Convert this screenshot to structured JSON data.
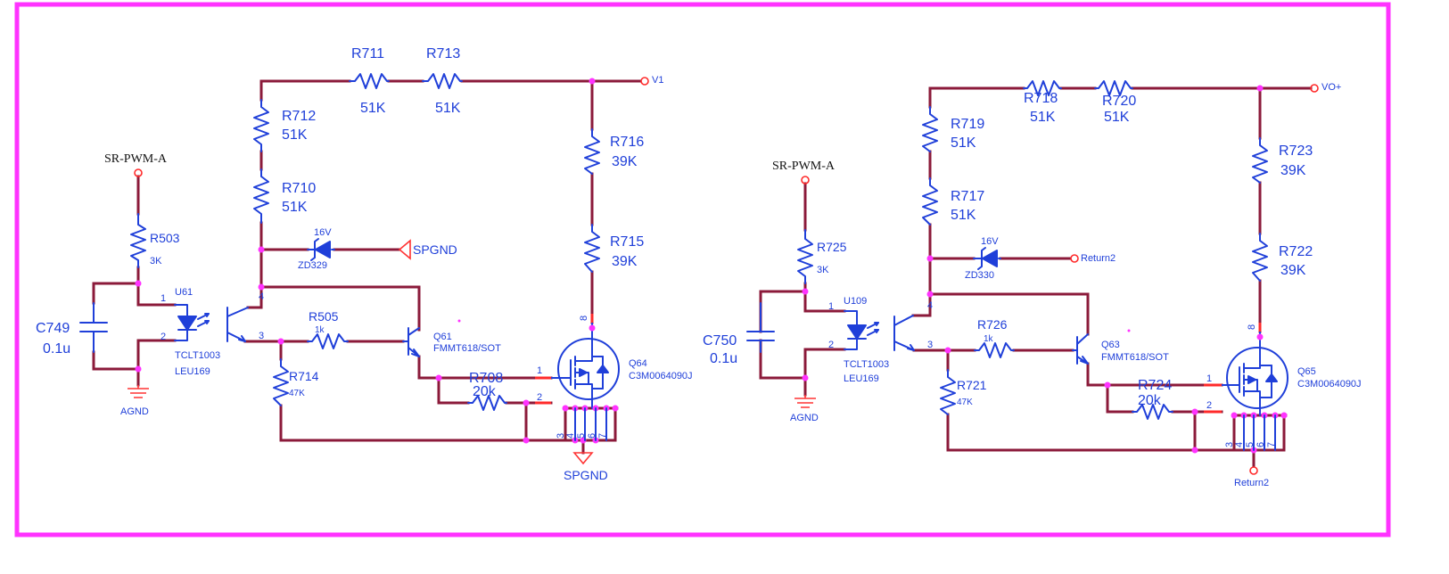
{
  "left": {
    "sr_label": "SR-PWM-A",
    "r503": {
      "ref": "R503",
      "val": "3K"
    },
    "c749": {
      "ref": "C749",
      "val": "0.1u"
    },
    "agnd": "AGND",
    "u61": {
      "ref": "U61",
      "part": "TCLT1003",
      "part2": "LEU169",
      "pin1": "1",
      "pin2": "2",
      "pin3": "3",
      "pin4": "4"
    },
    "r712": {
      "ref": "R712",
      "val": "51K"
    },
    "r710": {
      "ref": "R710",
      "val": "51K"
    },
    "r711": {
      "ref": "R711",
      "val": "51K"
    },
    "r713": {
      "ref": "R713",
      "val": "51K"
    },
    "v1": "V1",
    "r716": {
      "ref": "R716",
      "val": "39K"
    },
    "r715": {
      "ref": "R715",
      "val": "39K"
    },
    "zd329": {
      "ref": "ZD329",
      "val": "16V"
    },
    "spgnd1": "SPGND",
    "r505": {
      "ref": "R505",
      "val": "1k"
    },
    "q61": {
      "ref": "Q61",
      "part": "FMMT618/SOT"
    },
    "r714": {
      "ref": "R714",
      "val": "47K"
    },
    "r708": {
      "ref": "R708",
      "val": "20k"
    },
    "q64": {
      "ref": "Q64",
      "part": "C3M0064090J",
      "pin1": "1",
      "pin2": "2",
      "pin8": "8",
      "pin3": "3",
      "pin4": "4",
      "pin5": "5",
      "pin6": "6",
      "pin7": "7"
    },
    "spgnd2": "SPGND"
  },
  "right": {
    "sr_label": "SR-PWM-A",
    "r725": {
      "ref": "R725",
      "val": "3K"
    },
    "c750": {
      "ref": "C750",
      "val": "0.1u"
    },
    "agnd": "AGND",
    "u109": {
      "ref": "U109",
      "part": "TCLT1003",
      "part2": "LEU169",
      "pin1": "1",
      "pin2": "2",
      "pin3": "3",
      "pin4": "4"
    },
    "r719": {
      "ref": "R719",
      "val": "51K"
    },
    "r717": {
      "ref": "R717",
      "val": "51K"
    },
    "r718": {
      "ref": "R718",
      "val": "51K"
    },
    "r720": {
      "ref": "R720",
      "val": "51K"
    },
    "vo": "VO+",
    "r723": {
      "ref": "R723",
      "val": "39K"
    },
    "r722": {
      "ref": "R722",
      "val": "39K"
    },
    "zd330": {
      "ref": "ZD330",
      "val": "16V"
    },
    "return2a": "Return2",
    "r726": {
      "ref": "R726",
      "val": "1k"
    },
    "q63": {
      "ref": "Q63",
      "part": "FMMT618/SOT"
    },
    "r721": {
      "ref": "R721",
      "val": "47K"
    },
    "r724": {
      "ref": "R724",
      "val": "20k"
    },
    "q65": {
      "ref": "Q65",
      "part": "C3M0064090J",
      "pin1": "1",
      "pin2": "2",
      "pin8": "8",
      "pin3": "3",
      "pin4": "4",
      "pin5": "5",
      "pin6": "6",
      "pin7": "7"
    },
    "return2b": "Return2"
  }
}
